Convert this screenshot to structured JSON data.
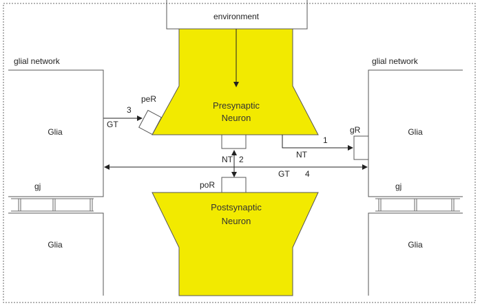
{
  "environment": "environment",
  "presynaptic": {
    "line1": "Presynaptic",
    "line2": "Neuron"
  },
  "postsynaptic": {
    "line1": "Postsynaptic",
    "line2": "Neuron"
  },
  "left": {
    "network": "glial network",
    "glia_top": "Glia",
    "glia_bottom": "Glia",
    "gj": "gj"
  },
  "right": {
    "network": "glial network",
    "glia_top": "Glia",
    "glia_bottom": "Glia",
    "gj": "gj"
  },
  "labels": {
    "peR": "peR",
    "gR": "gR",
    "poR": "poR",
    "gt_left": "GT",
    "gt_mid": "GT",
    "nt_right": "NT",
    "nt_mid": "NT",
    "n1": "1",
    "n2": "2",
    "n3": "3",
    "n4": "4"
  },
  "colors": {
    "neuron": "#f2ea00"
  }
}
